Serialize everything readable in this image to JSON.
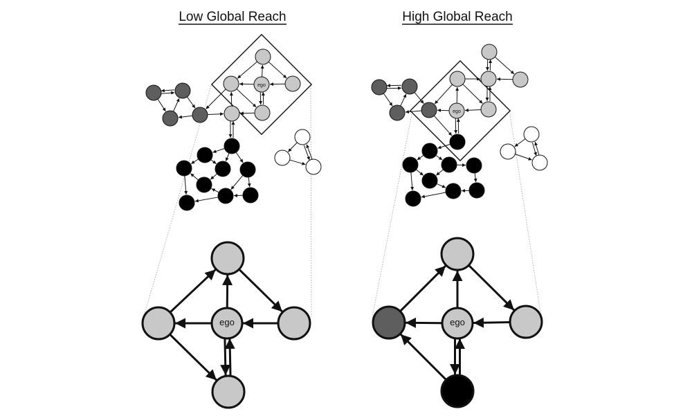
{
  "panels": [
    {
      "title": "Low Global Reach",
      "ego_label": "ego"
    },
    {
      "title": "High Global Reach",
      "ego_label": "ego"
    }
  ],
  "colors": {
    "light": "#c8c8c8",
    "dark": "#5e5e5e",
    "black": "#000000",
    "white": "#ffffff",
    "stroke": "#111111",
    "zoom_line": "#999999"
  },
  "node_groups": [
    "light-gray",
    "dark-gray",
    "black",
    "white"
  ]
}
